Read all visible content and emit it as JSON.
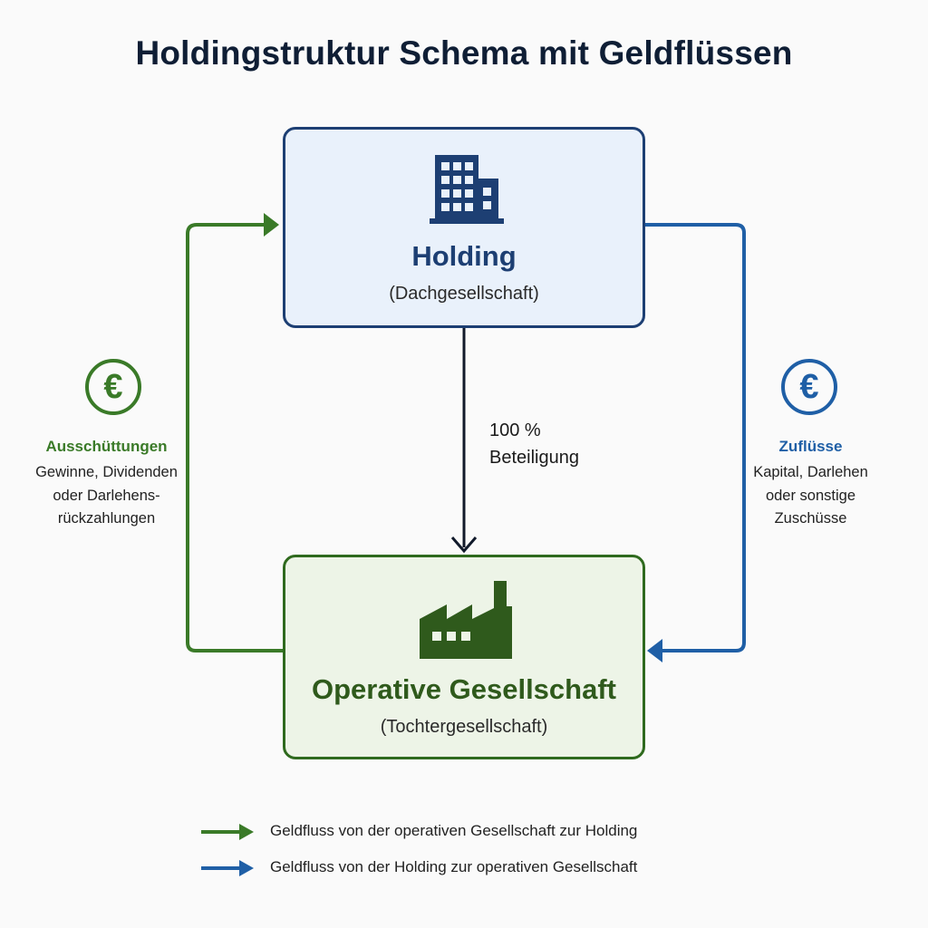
{
  "title": "Holdingstruktur Schema mit Geldflüssen",
  "colors": {
    "holding": "#1d3f73",
    "operative": "#2f6a1e",
    "flow_to_holding": "#3a7a28",
    "flow_to_operative": "#1f5fa6"
  },
  "holding": {
    "name": "Holding",
    "subtitle": "(Dachgesellschaft)",
    "icon": "office-building-icon"
  },
  "operative": {
    "name": "Operative Gesellschaft",
    "subtitle": "(Tochtergesellschaft)",
    "icon": "factory-icon"
  },
  "ownership": {
    "line1": "100 %",
    "line2": "Beteiligung"
  },
  "flows": {
    "left": {
      "icon": "euro-icon",
      "symbol": "€",
      "heading": "Ausschüttungen",
      "lines": [
        "Gewinne, Dividenden",
        "oder Darlehens-",
        "rückzahlungen"
      ]
    },
    "right": {
      "icon": "euro-icon",
      "symbol": "€",
      "heading": "Zuflüsse",
      "lines": [
        "Kapital, Darlehen",
        "oder sonstige",
        "Zuschüsse"
      ]
    }
  },
  "legend": [
    {
      "text": "Geldfluss von der operativen Gesellschaft zur Holding"
    },
    {
      "text": "Geldfluss von der Holding zur operativen Gesellschaft"
    }
  ]
}
